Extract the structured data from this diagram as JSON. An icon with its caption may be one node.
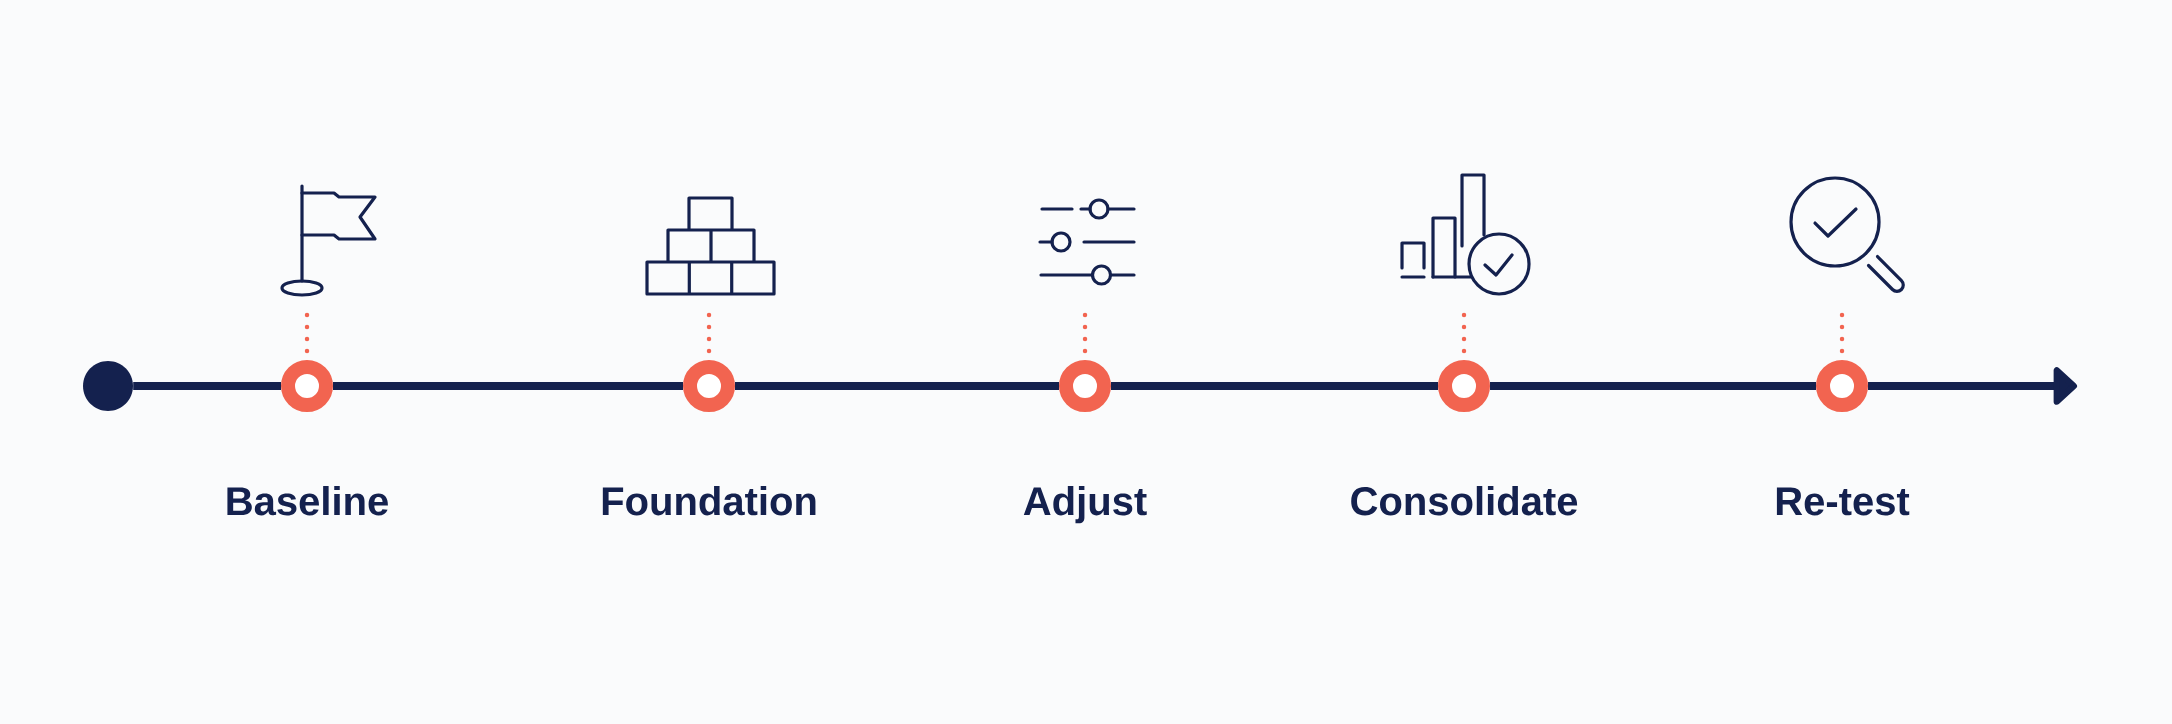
{
  "diagram": {
    "nodes": [
      {
        "text": [],
        "shape": "circle"
      },
      {
        "text": [
          "Baseline"
        ]
      },
      {
        "text": [
          "Foundation"
        ]
      },
      {
        "text": [
          "Adjust"
        ]
      },
      {
        "text": [
          "Consolidate"
        ]
      },
      {
        "text": [
          "Re-test"
        ]
      },
      {
        "text": [],
        "shape": "picture"
      },
      {
        "text": [],
        "shape": "picture"
      },
      {
        "text": [],
        "shape": "picture"
      },
      {
        "text": [],
        "shape": "picture"
      },
      {
        "text": [],
        "shape": "picture"
      }
    ],
    "edges": [
      {
        "from": 0,
        "to": 1,
        "arrow": "none"
      },
      {
        "from": 1,
        "to": 2,
        "arrow": "none"
      },
      {
        "from": 2,
        "to": 3,
        "arrow": "none"
      },
      {
        "from": 3,
        "to": 4,
        "arrow": "none"
      },
      {
        "from": 4,
        "to": 5,
        "arrow": "none"
      },
      {
        "from": 5,
        "to": null,
        "arrow": "to"
      },
      {
        "from": 6,
        "to": 1,
        "arrow": "none",
        "style": "dashed",
        "color": "#f26450"
      },
      {
        "from": 7,
        "to": 2,
        "arrow": "none",
        "style": "dashed",
        "color": "#f26450"
      },
      {
        "from": 8,
        "to": 3,
        "arrow": "none",
        "style": "dashed",
        "color": "#f26450"
      },
      {
        "from": 9,
        "to": 4,
        "arrow": "none",
        "style": "dashed",
        "color": "#f26450"
      },
      {
        "from": 10,
        "to": 5,
        "arrow": "none",
        "style": "dashed",
        "color": "#f26450"
      }
    ]
  }
}
